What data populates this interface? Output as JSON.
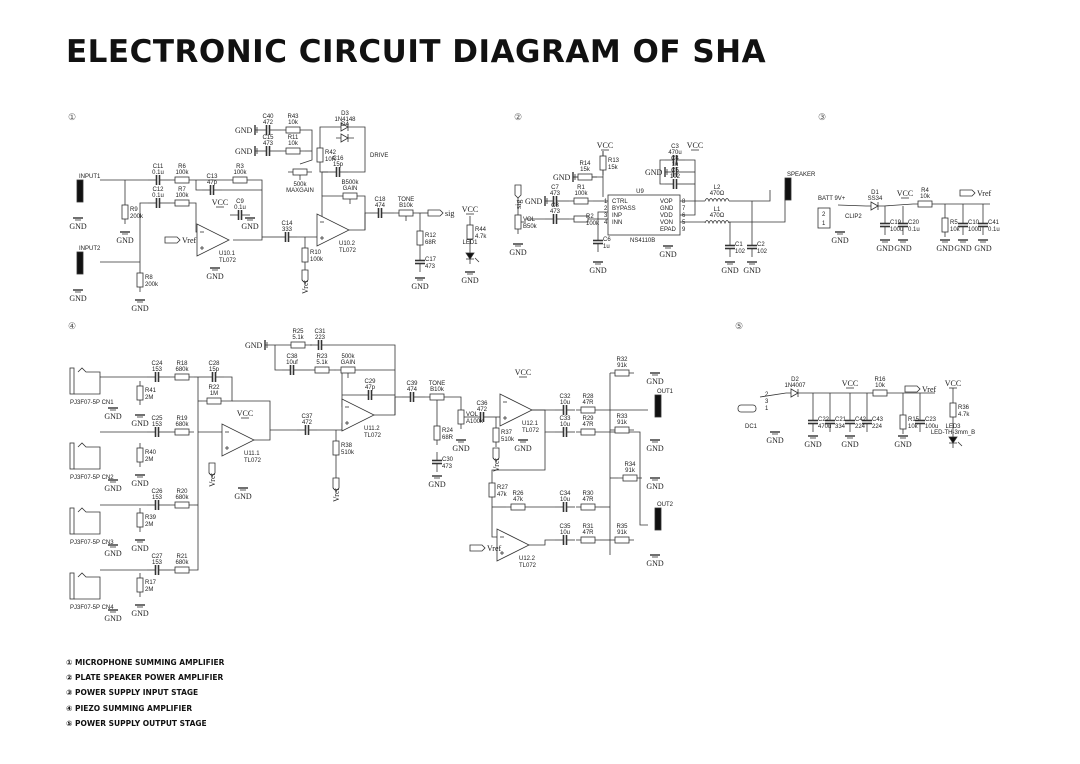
{
  "title": "ELECTRONIC CIRCUIT DIAGRAM OF SHA",
  "nets": {
    "gnd": "GND",
    "vcc": "VCC",
    "vref": "Vref",
    "sig": "sig"
  },
  "sections": [
    {
      "marker": "①",
      "name": "MICROPHONE SUMMING AMPLIFIER",
      "jacks": [
        "INPUT1",
        "INPUT2"
      ],
      "switch": "DRIVE",
      "components": [
        {
          "ref": "C40",
          "value": "472"
        },
        {
          "ref": "R43",
          "value": "10k"
        },
        {
          "ref": "C15",
          "value": "473"
        },
        {
          "ref": "R11",
          "value": "10k"
        },
        {
          "ref": "D3",
          "value": "1N4148"
        },
        {
          "ref": "D4",
          "value": ""
        },
        {
          "ref": "R42",
          "value": "10R"
        },
        {
          "ref": "C16",
          "value": "15p"
        },
        {
          "ref": "500k",
          "value": "MAXGAIN"
        },
        {
          "ref": "B500k",
          "value": "GAIN"
        },
        {
          "ref": "C11",
          "value": "0.1u"
        },
        {
          "ref": "R6",
          "value": "100k"
        },
        {
          "ref": "R3",
          "value": "100k"
        },
        {
          "ref": "C12",
          "value": "0.1u"
        },
        {
          "ref": "R7",
          "value": "100k"
        },
        {
          "ref": "C13",
          "value": "47p"
        },
        {
          "ref": "R9",
          "value": "200k"
        },
        {
          "ref": "C9",
          "value": "0.1u"
        },
        {
          "ref": "U10.1",
          "value": "TL072"
        },
        {
          "ref": "R8",
          "value": "200k"
        },
        {
          "ref": "C14",
          "value": "333"
        },
        {
          "ref": "R10",
          "value": "100k"
        },
        {
          "ref": "U10.2",
          "value": "TL072"
        },
        {
          "ref": "C18",
          "value": "474"
        },
        {
          "ref": "TONE",
          "value": "B10k"
        },
        {
          "ref": "R12",
          "value": "68R"
        },
        {
          "ref": "C17",
          "value": "473"
        },
        {
          "ref": "R44",
          "value": "4.7k"
        },
        {
          "ref": "LED1",
          "value": ""
        }
      ]
    },
    {
      "marker": "②",
      "name": "PLATE SPEAKER POWER AMPLIFIER",
      "jacks": [
        "SPEAKER"
      ],
      "ic": {
        "ref": "U9",
        "part": "NS4110B",
        "left_pins": [
          "CTRL",
          "BYPASS",
          "INP",
          "INN"
        ],
        "left_nums": [
          "1",
          "2",
          "3",
          "4"
        ],
        "right_pins": [
          "VOP",
          "GND",
          "VDD",
          "VON",
          "EPAD"
        ],
        "right_nums": [
          "8",
          "7",
          "6",
          "5",
          "9"
        ]
      },
      "components": [
        {
          "ref": "R13",
          "value": "15k"
        },
        {
          "ref": "R14",
          "value": "15k"
        },
        {
          "ref": "C3",
          "value": "470u"
        },
        {
          "ref": "C4",
          "value": "1u"
        },
        {
          "ref": "C5",
          "value": "102"
        },
        {
          "ref": "C7",
          "value": "473"
        },
        {
          "ref": "R1",
          "value": "100k"
        },
        {
          "ref": "VOL",
          "value": "B50k"
        },
        {
          "ref": "C8",
          "value": "473"
        },
        {
          "ref": "R2",
          "value": "100k"
        },
        {
          "ref": "C6",
          "value": "1u"
        },
        {
          "ref": "L2",
          "value": "470Ω"
        },
        {
          "ref": "L1",
          "value": "470Ω"
        },
        {
          "ref": "C1",
          "value": "102"
        },
        {
          "ref": "C2",
          "value": "102"
        }
      ]
    },
    {
      "marker": "③",
      "name": "POWER SUPPLY INPUT STAGE",
      "jacks": [
        "BATT 9V+"
      ],
      "switch": "CLIP2",
      "pins": [
        "2",
        "1"
      ],
      "components": [
        {
          "ref": "D1",
          "value": "SS34"
        },
        {
          "ref": "R4",
          "value": "10k"
        },
        {
          "ref": "C19",
          "value": "100u"
        },
        {
          "ref": "C20",
          "value": "0.1u"
        },
        {
          "ref": "R5",
          "value": "10k"
        },
        {
          "ref": "C10",
          "value": "100u"
        },
        {
          "ref": "C41",
          "value": "0.1u"
        }
      ]
    },
    {
      "marker": "④",
      "name": "PIEZO SUMMING AMPLIFIER",
      "jacks": [
        "PJ3F07-5P CN1",
        "PJ3F07-5P CN2",
        "PJ3F07-5P CN3",
        "PJ3F07-5P CN4",
        "OUT1",
        "OUT2"
      ],
      "components": [
        {
          "ref": "C24",
          "value": "153"
        },
        {
          "ref": "R18",
          "value": "680k"
        },
        {
          "ref": "C28",
          "value": "15p"
        },
        {
          "ref": "R22",
          "value": "1M"
        },
        {
          "ref": "R41",
          "value": "2M"
        },
        {
          "ref": "C25",
          "value": "153"
        },
        {
          "ref": "R19",
          "value": "680k"
        },
        {
          "ref": "R40",
          "value": "2M"
        },
        {
          "ref": "C26",
          "value": "153"
        },
        {
          "ref": "R20",
          "value": "680k"
        },
        {
          "ref": "R39",
          "value": "2M"
        },
        {
          "ref": "C27",
          "value": "153"
        },
        {
          "ref": "R21",
          "value": "680k"
        },
        {
          "ref": "R17",
          "value": "2M"
        },
        {
          "ref": "U11.1",
          "value": "TL072"
        },
        {
          "ref": "C37",
          "value": "472"
        },
        {
          "ref": "R38",
          "value": "510k"
        },
        {
          "ref": "U11.2",
          "value": "TL072"
        },
        {
          "ref": "R25",
          "value": "5.1k"
        },
        {
          "ref": "C31",
          "value": "223"
        },
        {
          "ref": "C38",
          "value": "10uf"
        },
        {
          "ref": "R23",
          "value": "5.1k"
        },
        {
          "ref": "500k",
          "value": "GAIN"
        },
        {
          "ref": "C29",
          "value": "47p"
        },
        {
          "ref": "C39",
          "value": "474"
        },
        {
          "ref": "TONE",
          "value": "B10k"
        },
        {
          "ref": "VOL",
          "value": "A100k"
        },
        {
          "ref": "R24",
          "value": "68R"
        },
        {
          "ref": "C30",
          "value": "473"
        },
        {
          "ref": "C36",
          "value": "472"
        },
        {
          "ref": "R37",
          "value": "510k"
        },
        {
          "ref": "U12.1",
          "value": "TL072"
        },
        {
          "ref": "C32",
          "value": "10u"
        },
        {
          "ref": "R28",
          "value": "47R"
        },
        {
          "ref": "R32",
          "value": "91k"
        },
        {
          "ref": "R33",
          "value": "91k"
        },
        {
          "ref": "C33",
          "value": "10u"
        },
        {
          "ref": "R29",
          "value": "47R"
        },
        {
          "ref": "R34",
          "value": "91k"
        },
        {
          "ref": "R27",
          "value": "47k"
        },
        {
          "ref": "R26",
          "value": "47k"
        },
        {
          "ref": "C34",
          "value": "10u"
        },
        {
          "ref": "R30",
          "value": "47R"
        },
        {
          "ref": "C35",
          "value": "10u"
        },
        {
          "ref": "R31",
          "value": "47R"
        },
        {
          "ref": "R35",
          "value": "91k"
        },
        {
          "ref": "U12.2",
          "value": "TL072"
        }
      ]
    },
    {
      "marker": "⑤",
      "name": "POWER SUPPLY OUTPUT STAGE",
      "jacks": [
        "DC1"
      ],
      "pins": [
        "2",
        "3",
        "1"
      ],
      "components": [
        {
          "ref": "D2",
          "value": "1N4007"
        },
        {
          "ref": "C22",
          "value": "470u"
        },
        {
          "ref": "C21",
          "value": "334"
        },
        {
          "ref": "C42",
          "value": "224"
        },
        {
          "ref": "C43",
          "value": "224"
        },
        {
          "ref": "R16",
          "value": "10k"
        },
        {
          "ref": "R15",
          "value": "10k"
        },
        {
          "ref": "C23",
          "value": "100u"
        },
        {
          "ref": "R36",
          "value": "4.7k"
        },
        {
          "ref": "LED3",
          "value": "LED-TH-3mm_B"
        }
      ]
    }
  ],
  "legend": [
    "① MICROPHONE SUMMING AMPLIFIER",
    "② PLATE SPEAKER POWER AMPLIFIER",
    "③ POWER SUPPLY INPUT STAGE",
    "④ PIEZO SUMMING AMPLIFIER",
    "⑤ POWER SUPPLY OUTPUT STAGE"
  ]
}
